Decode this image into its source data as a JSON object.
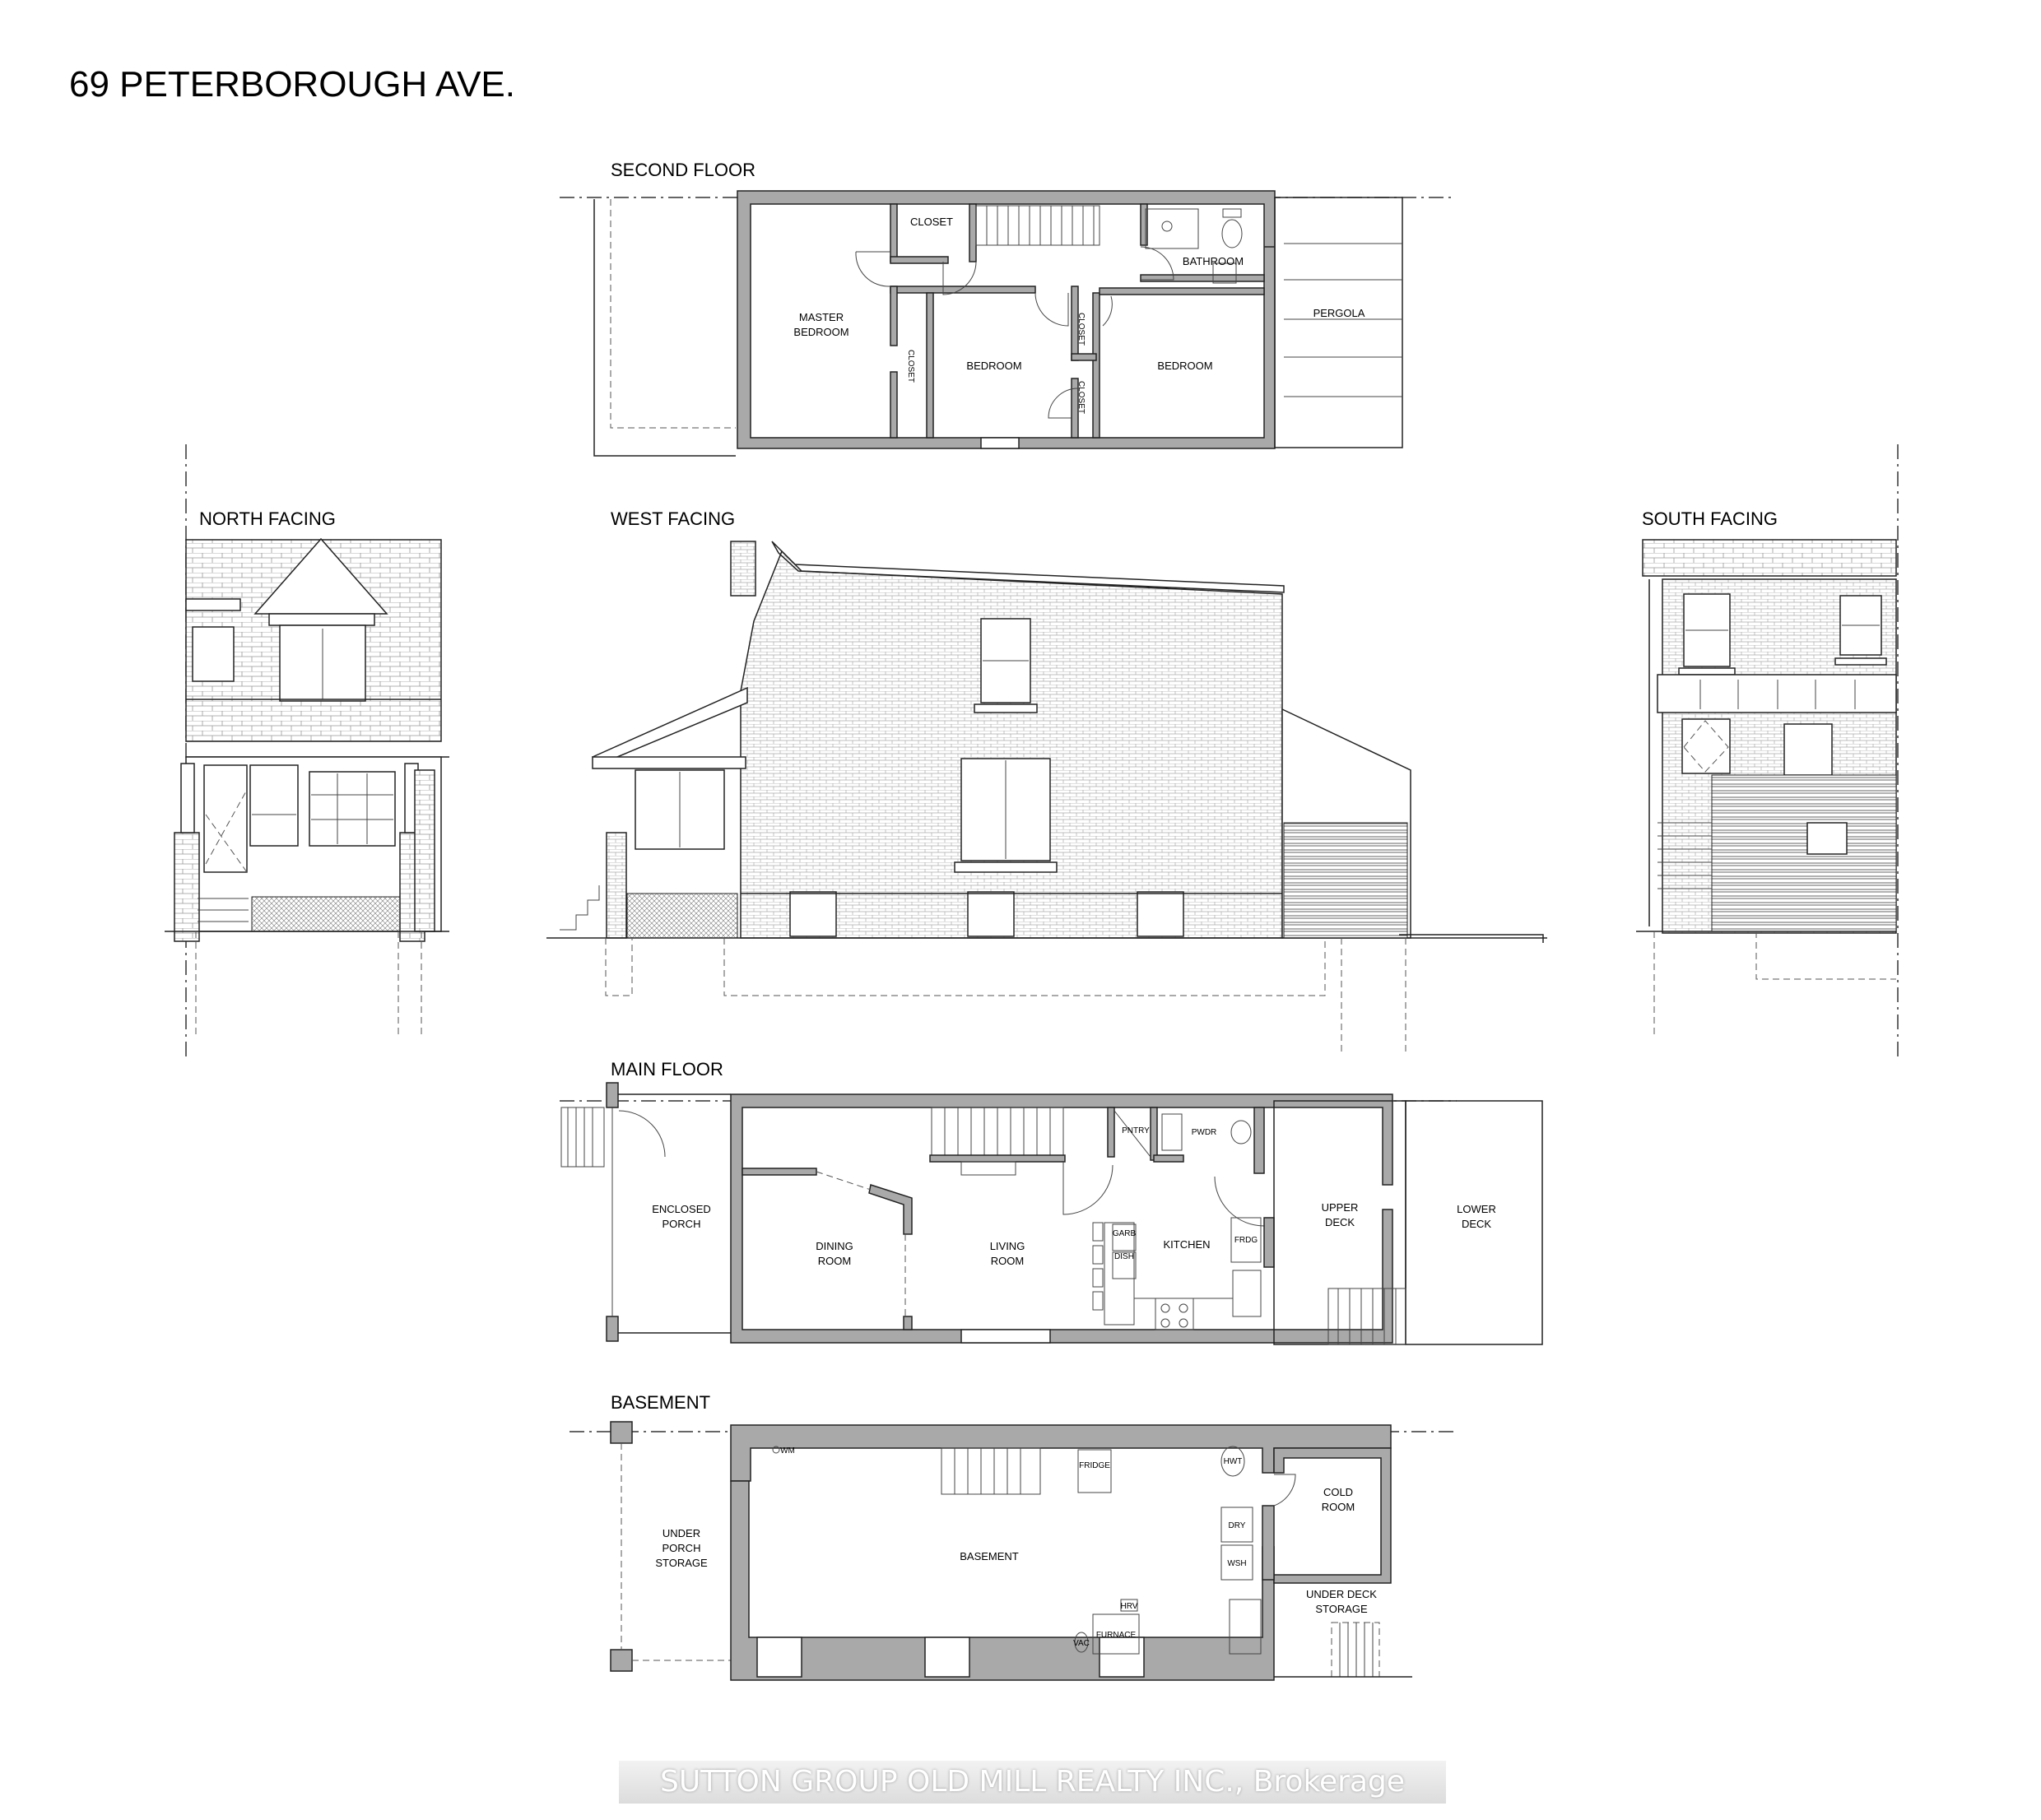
{
  "title": "69 PETERBOROUGH AVE.",
  "sections": {
    "second_floor": "SECOND FLOOR",
    "north_facing": "NORTH FACING",
    "west_facing": "WEST FACING",
    "south_facing": "SOUTH FACING",
    "main_floor": "MAIN FLOOR",
    "basement": "BASEMENT"
  },
  "second_floor": {
    "rooms": {
      "master_bedroom_1": "MASTER",
      "master_bedroom_2": "BEDROOM",
      "closet_top": "CLOSET",
      "closet_master": "CLOSET",
      "bedroom_1": "BEDROOM",
      "closet_mid_1": "CLOSET",
      "closet_mid_2": "CLOSET",
      "bedroom_2": "BEDROOM",
      "bathroom": "BATHROOM",
      "pergola": "PERGOLA"
    }
  },
  "main_floor": {
    "rooms": {
      "enclosed_porch_1": "ENCLOSED",
      "enclosed_porch_2": "PORCH",
      "dining_1": "DINING",
      "dining_2": "ROOM",
      "living_1": "LIVING",
      "living_2": "ROOM",
      "kitchen": "KITCHEN",
      "pantry": "PNTRY",
      "powder": "PWDR",
      "garbage": "GARB",
      "dishwasher": "DISH",
      "fridge": "FRDG",
      "upper_deck_1": "UPPER",
      "upper_deck_2": "DECK",
      "lower_deck_1": "LOWER",
      "lower_deck_2": "DECK"
    }
  },
  "basement": {
    "rooms": {
      "under_porch_1": "UNDER",
      "under_porch_2": "PORCH",
      "under_porch_3": "STORAGE",
      "basement": "BASEMENT",
      "water_meter": "WM",
      "fridge": "FRIDGE",
      "hwt": "HWT",
      "cold_room_1": "COLD",
      "cold_room_2": "ROOM",
      "dryer": "DRY",
      "washer": "WSH",
      "hrv": "HRV",
      "furnace": "FURNACE",
      "vac": "VAC",
      "under_deck_1": "UNDER DECK",
      "under_deck_2": "STORAGE"
    }
  },
  "watermark": "SUTTON GROUP OLD MILL REALTY INC., Brokerage",
  "colors": {
    "wall_fill": "#a9a9a9",
    "line": "#222222",
    "background": "#ffffff"
  }
}
